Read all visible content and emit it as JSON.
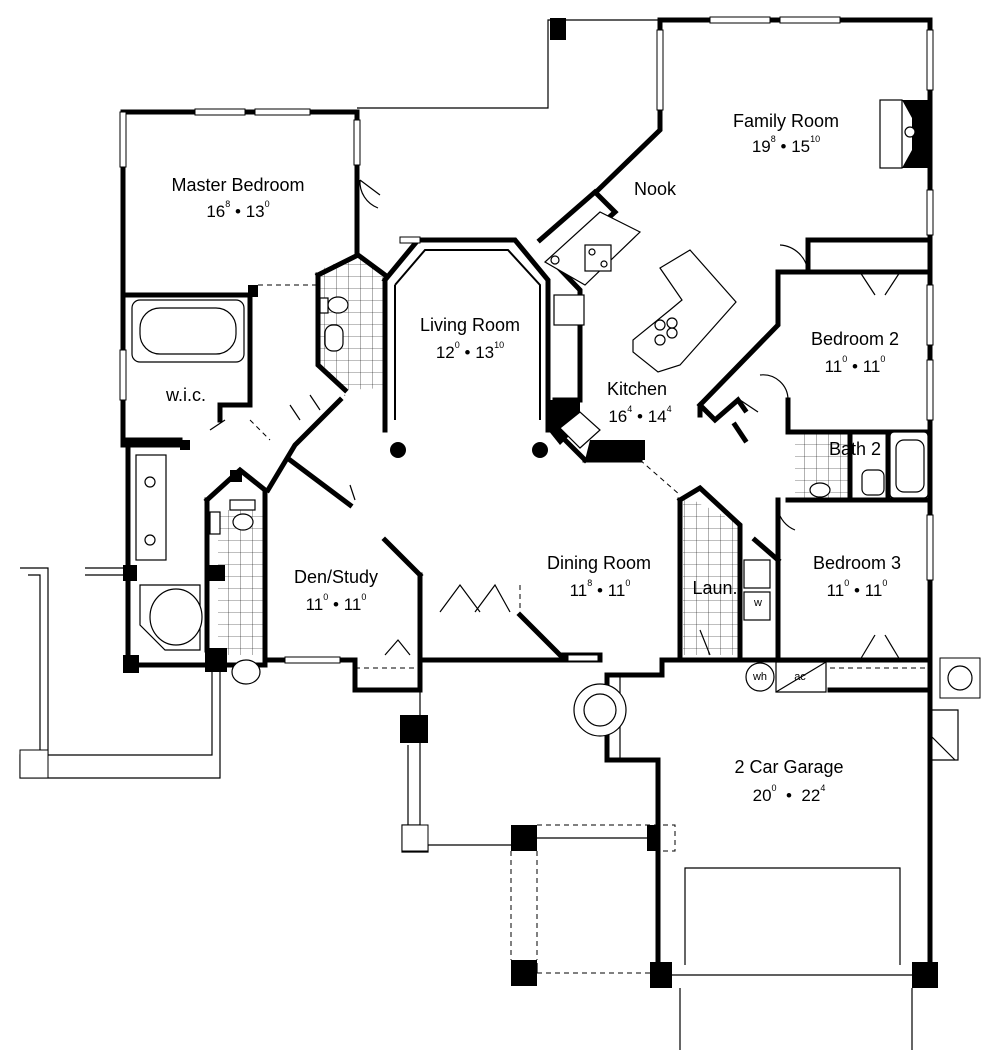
{
  "plan": {
    "rooms": {
      "family_room": {
        "name": "Family Room",
        "dim_a": "19",
        "dim_a_sup": "8",
        "dim_b": "15",
        "dim_b_sup": "10"
      },
      "nook": {
        "name": "Nook"
      },
      "master_bedroom": {
        "name": "Master Bedroom",
        "dim_a": "16",
        "dim_a_sup": "8",
        "dim_b": "13",
        "dim_b_sup": "0"
      },
      "living_room": {
        "name": "Living Room",
        "dim_a": "12",
        "dim_a_sup": "0",
        "dim_b": "13",
        "dim_b_sup": "10"
      },
      "bedroom2": {
        "name": "Bedroom 2",
        "dim_a": "11",
        "dim_a_sup": "0",
        "dim_b": "11",
        "dim_b_sup": "0"
      },
      "wic": {
        "name": "w.i.c."
      },
      "kitchen": {
        "name": "Kitchen",
        "dim_a": "16",
        "dim_a_sup": "4",
        "dim_b": "14",
        "dim_b_sup": "4"
      },
      "bath2": {
        "name": "Bath 2"
      },
      "den_study": {
        "name": "Den/Study",
        "dim_a": "11",
        "dim_a_sup": "0",
        "dim_b": "11",
        "dim_b_sup": "0"
      },
      "dining_room": {
        "name": "Dining Room",
        "dim_a": "11",
        "dim_a_sup": "8",
        "dim_b": "11",
        "dim_b_sup": "0"
      },
      "laundry": {
        "name": "Laun."
      },
      "bedroom3": {
        "name": "Bedroom 3",
        "dim_a": "11",
        "dim_a_sup": "0",
        "dim_b": "11",
        "dim_b_sup": "0"
      },
      "garage": {
        "name": "2 Car Garage",
        "dim_a": "20",
        "dim_a_sup": "0",
        "dim_b": "22",
        "dim_b_sup": "4"
      }
    },
    "fixtures": {
      "water_heater": "wh",
      "ac": "ac",
      "washer": "w"
    },
    "separator": "•"
  }
}
